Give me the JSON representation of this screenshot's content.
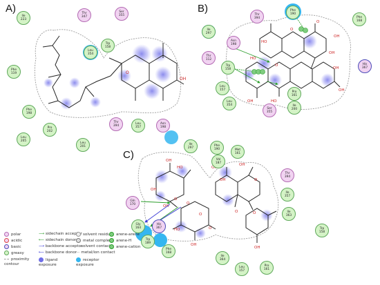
{
  "panels": [
    {
      "id": "A",
      "label": "A)"
    },
    {
      "id": "B",
      "label": "B)"
    },
    {
      "id": "C",
      "label": "C)"
    }
  ],
  "residues": {
    "A": [
      {
        "name": "Ile",
        "num": "223",
        "type": "hydro"
      },
      {
        "name": "Thr",
        "num": "347",
        "type": "polar"
      },
      {
        "name": "Ser",
        "num": "355",
        "type": "polar"
      },
      {
        "name": "Leu",
        "num": "354",
        "type": "hydro"
      },
      {
        "name": "Trp",
        "num": "158",
        "type": "hydro"
      },
      {
        "name": "Phe",
        "num": "119",
        "type": "hydro"
      },
      {
        "name": "Phe",
        "num": "198",
        "type": "hydro"
      },
      {
        "name": "Pro",
        "num": "202",
        "type": "hydro"
      },
      {
        "name": "Leu",
        "num": "205",
        "type": "hydro"
      },
      {
        "name": "Leu",
        "num": "201",
        "type": "hydro"
      },
      {
        "name": "Thr",
        "num": "394",
        "type": "polar"
      },
      {
        "name": "Leu",
        "num": "357",
        "type": "hydro"
      },
      {
        "name": "Asn",
        "num": "198",
        "type": "polar"
      }
    ],
    "B": [
      {
        "name": "Ile",
        "num": "297",
        "type": "hydro"
      },
      {
        "name": "Thr",
        "num": "394",
        "type": "polar"
      },
      {
        "name": "Phe",
        "num": "190",
        "type": "hydro"
      },
      {
        "name": "Phe",
        "num": "168",
        "type": "hydro"
      },
      {
        "name": "Asn",
        "num": "198",
        "type": "polar"
      },
      {
        "name": "Thr",
        "num": "112",
        "type": "polar"
      },
      {
        "name": "Trp",
        "num": "158",
        "type": "hydro"
      },
      {
        "name": "His",
        "num": "367",
        "type": "basic"
      },
      {
        "name": "Leu",
        "num": "157",
        "type": "hydro"
      },
      {
        "name": "Pro",
        "num": "161",
        "type": "hydro"
      },
      {
        "name": "Leu",
        "num": "354",
        "type": "hydro"
      },
      {
        "name": "Ser",
        "num": "355",
        "type": "polar"
      },
      {
        "name": "Ile",
        "num": "200",
        "type": "hydro"
      }
    ],
    "C": [
      {
        "name": "Ile",
        "num": "297",
        "type": "hydro"
      },
      {
        "name": "Phe",
        "num": "190",
        "type": "hydro"
      },
      {
        "name": "Met",
        "num": "161",
        "type": "hydro"
      },
      {
        "name": "Val",
        "num": "187",
        "type": "hydro"
      },
      {
        "name": "Thr",
        "num": "394",
        "type": "polar"
      },
      {
        "name": "Ile",
        "num": "357",
        "type": "hydro"
      },
      {
        "name": "Gln",
        "num": "170",
        "type": "polar"
      },
      {
        "name": "Gly",
        "num": "164",
        "type": "hydro"
      },
      {
        "name": "His",
        "num": "367",
        "type": "basic"
      },
      {
        "name": "Ile",
        "num": "363",
        "type": "hydro"
      },
      {
        "name": "Trp",
        "num": "189",
        "type": "hydro"
      },
      {
        "name": "Phe",
        "num": "168",
        "type": "hydro"
      },
      {
        "name": "Ile",
        "num": "364",
        "type": "hydro"
      },
      {
        "name": "Leu",
        "num": "157",
        "type": "hydro"
      },
      {
        "name": "Pro",
        "num": "161",
        "type": "hydro"
      },
      {
        "name": "Trp",
        "num": "158",
        "type": "hydro"
      }
    ]
  },
  "atom_labels": {
    "A": [
      "O",
      "OH"
    ],
    "B": [
      "HO",
      "OH",
      "O",
      "O",
      "HO",
      "OH",
      "OH",
      "O",
      "OH",
      "HO",
      "O",
      "OH"
    ],
    "C": [
      "OH",
      "HO",
      "OH",
      "OH",
      "HO",
      "O",
      "O",
      "O",
      "O",
      "OH",
      "OH",
      "O",
      "O",
      "O",
      "OH",
      "OH",
      "OH"
    ]
  },
  "legend": {
    "items": [
      {
        "label": "polar",
        "kind": "polar"
      },
      {
        "label": "acidic",
        "kind": "acidic"
      },
      {
        "label": "basic",
        "kind": "basic"
      },
      {
        "label": "greasy",
        "kind": "greasy"
      },
      {
        "label": "proximity contour",
        "kind": "contour"
      },
      {
        "label": "sidechain acceptor",
        "kind": "sc-acceptor"
      },
      {
        "label": "sidechain donor",
        "kind": "sc-donor"
      },
      {
        "label": "backbone acceptor",
        "kind": "bb-acceptor"
      },
      {
        "label": "backbone donor",
        "kind": "bb-donor"
      },
      {
        "label": "ligand exposure",
        "kind": "ligand-exposure"
      },
      {
        "label": "solvent residue",
        "kind": "solvent-residue"
      },
      {
        "label": "metal complex",
        "kind": "metal-complex"
      },
      {
        "label": "solvent contact",
        "kind": "solvent-contact"
      },
      {
        "label": "metal/ion contact",
        "kind": "metal-contact"
      },
      {
        "label": "receptor exposure",
        "kind": "receptor-exposure"
      },
      {
        "label": "arene-arene",
        "kind": "arene-arene"
      },
      {
        "label": "arene-H",
        "kind": "arene-h"
      },
      {
        "label": "arene-cation",
        "kind": "arene-cation"
      }
    ]
  },
  "colors": {
    "hydro_fill": "#d4f3c6",
    "hydro_border": "#5ea85a",
    "polar_fill": "#f1d3f1",
    "polar_border": "#b36ab3",
    "basic_border": "#4b4bb8",
    "exposure": "#35b6f0",
    "ligand_blob": "#6f6fe8",
    "hbond_green": "#2a9d2a",
    "hbond_blue": "#3b3bd6",
    "contour": "#9a9a9a"
  }
}
